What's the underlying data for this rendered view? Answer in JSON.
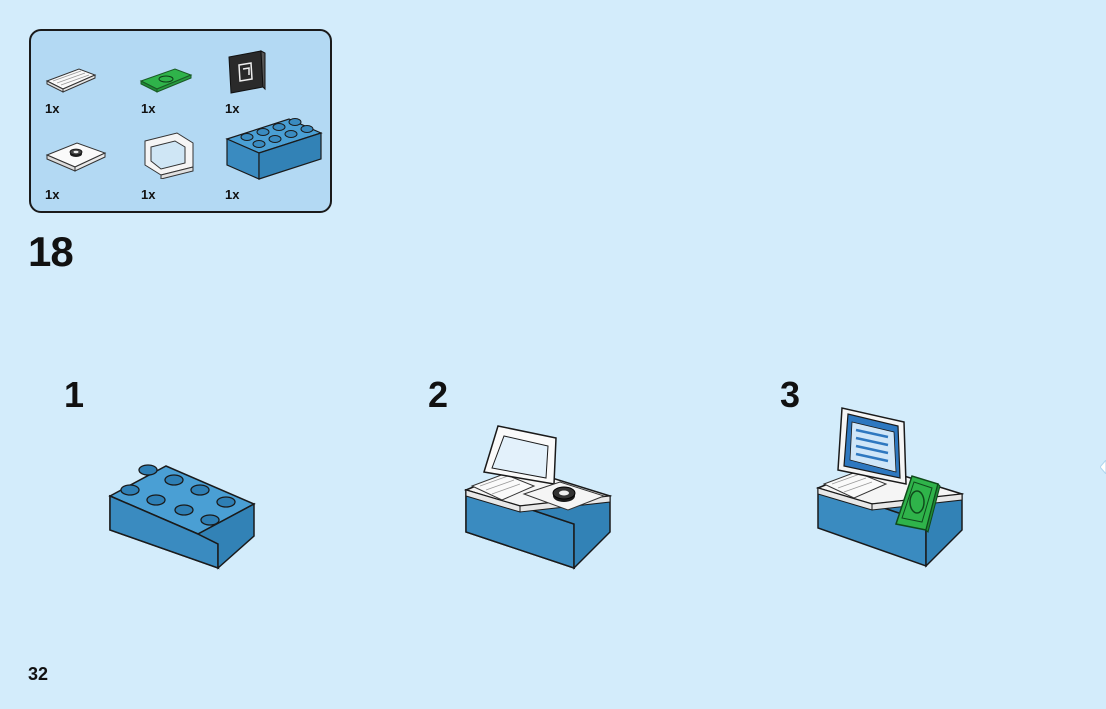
{
  "parts_list": {
    "items": [
      {
        "name": "white-keyboard-tile-icon",
        "quantity": "1x"
      },
      {
        "name": "green-money-tile-icon",
        "quantity": "1x"
      },
      {
        "name": "black-screen-tile-icon",
        "quantity": "1x"
      },
      {
        "name": "white-plate-with-stud-icon",
        "quantity": "1x"
      },
      {
        "name": "white-monitor-frame-icon",
        "quantity": "1x"
      },
      {
        "name": "blue-brick-2x4-icon",
        "quantity": "1x"
      }
    ]
  },
  "step": {
    "number": "18",
    "substeps": [
      {
        "number": "1"
      },
      {
        "number": "2"
      },
      {
        "number": "3"
      }
    ]
  },
  "page": {
    "number": "32"
  },
  "colors": {
    "background": "#d3ecfb",
    "parts_box": "#b3d9f3",
    "brick_blue": "#3a8bc0",
    "brick_blue_top": "#4a9fd4",
    "money_green": "#2fb34a"
  }
}
